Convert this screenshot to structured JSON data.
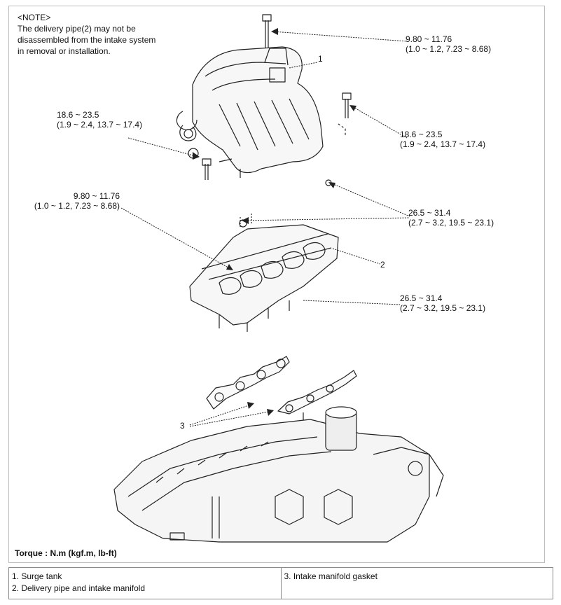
{
  "note": {
    "heading": "<NOTE>",
    "lines": [
      "The delivery pipe(2) may not be",
      "disassembled from the intake system",
      "in removal or installation."
    ]
  },
  "callouts": {
    "c1": {
      "line1": "9.80 ~ 11.76",
      "line2": "(1.0 ~ 1.2, 7.23 ~ 8.68)"
    },
    "c2": {
      "line1": "18.6 ~ 23.5",
      "line2": "(1.9 ~ 2.4, 13.7 ~ 17.4)"
    },
    "c3": {
      "line1": "18.6 ~ 23.5",
      "line2": "(1.9 ~ 2.4, 13.7 ~ 17.4)"
    },
    "c4": {
      "line1": "9.80 ~ 11.76",
      "line2": "(1.0 ~ 1.2, 7.23 ~ 8.68)"
    },
    "c5": {
      "line1": "26.5 ~ 31.4",
      "line2": "(2.7 ~ 3.2, 19.5 ~ 23.1)"
    },
    "c6": {
      "line1": "26.5 ~ 31.4",
      "line2": "(2.7 ~ 3.2, 19.5 ~ 23.1)"
    }
  },
  "part_numbers": {
    "p1": "1",
    "p2": "2",
    "p3": "3"
  },
  "torque_unit": "Torque : N.m (kgf.m, lb-ft)",
  "legend": {
    "col1": [
      "1. Surge tank",
      "2. Delivery pipe and intake manifold"
    ],
    "col2": [
      "3. Intake manifold gasket"
    ]
  }
}
